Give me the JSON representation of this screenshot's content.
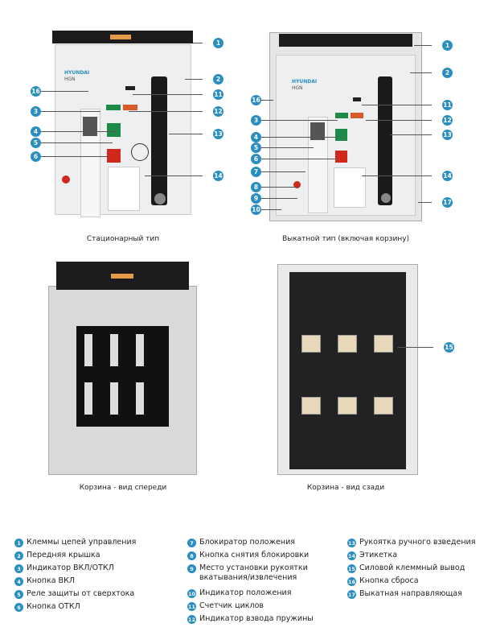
{
  "brand": {
    "logo": "HYUNDAI",
    "model": "HGN"
  },
  "panels": [
    {
      "caption": "Стационарный тип",
      "callouts": [
        "1",
        "2",
        "16",
        "11",
        "3",
        "12",
        "4",
        "13",
        "5",
        "6",
        "14"
      ]
    },
    {
      "caption": "Выкатной тип (включая корзину)",
      "callouts": [
        "1",
        "2",
        "16",
        "11",
        "3",
        "12",
        "4",
        "13",
        "5",
        "6",
        "7",
        "14",
        "8",
        "9",
        "17",
        "10"
      ]
    },
    {
      "caption": "Корзина - вид спереди",
      "callouts": []
    },
    {
      "caption": "Корзина - вид сзади",
      "callouts": [
        "15"
      ]
    }
  ],
  "legend": [
    {
      "n": "1",
      "text": "Клеммы цепей управления"
    },
    {
      "n": "2",
      "text": "Передняя крышка"
    },
    {
      "n": "3",
      "text": "Индикатор ВКЛ/ОТКЛ"
    },
    {
      "n": "4",
      "text": "Кнопка ВКЛ"
    },
    {
      "n": "5",
      "text": "Реле защиты от сверхтока"
    },
    {
      "n": "6",
      "text": "Кнопка ОТКЛ"
    },
    {
      "n": "7",
      "text": "Блокиратор положения"
    },
    {
      "n": "8",
      "text": "Кнопка снятия блокировки"
    },
    {
      "n": "9",
      "text": "Место установки рукоятки вкатывания/извлечения"
    },
    {
      "n": "10",
      "text": "Индикатор положения"
    },
    {
      "n": "11",
      "text": "Счетчик циклов"
    },
    {
      "n": "12",
      "text": "Индикатор взвода пружины"
    },
    {
      "n": "13",
      "text": "Рукоятка ручного взведения"
    },
    {
      "n": "14",
      "text": "Этикетка"
    },
    {
      "n": "15",
      "text": "Силовой клеммный вывод"
    },
    {
      "n": "16",
      "text": "Кнопка сброса"
    },
    {
      "n": "17",
      "text": "Выкатная направляющая"
    }
  ],
  "colors": {
    "accent": "#2a8fc0",
    "on": "#1e8a4a",
    "off": "#d0281c"
  }
}
